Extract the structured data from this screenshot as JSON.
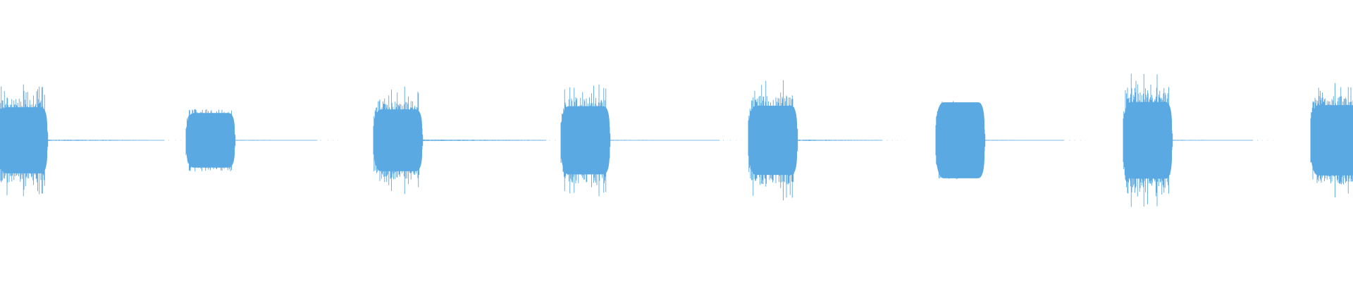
{
  "waveform": {
    "color": "#5aa9e3",
    "background": "#ffffff",
    "bursts": [
      {
        "index": 1,
        "amplitude": 0.62,
        "texture": "spiky",
        "tail_amplitude": 0.01
      },
      {
        "index": 2,
        "amplitude": 0.42,
        "texture": "dense",
        "tail_amplitude": 0.006
      },
      {
        "index": 3,
        "amplitude": 0.58,
        "texture": "spiky",
        "tail_amplitude": 0.012
      },
      {
        "index": 4,
        "amplitude": 0.64,
        "texture": "spiky",
        "tail_amplitude": 0.006
      },
      {
        "index": 5,
        "amplitude": 0.65,
        "texture": "spiky",
        "tail_amplitude": 0.01
      },
      {
        "index": 6,
        "amplitude": 0.54,
        "texture": "smooth",
        "tail_amplitude": 0.006
      },
      {
        "index": 7,
        "amplitude": 0.72,
        "texture": "spiky",
        "tail_amplitude": 0.006
      },
      {
        "index": 8,
        "amplitude": 0.66,
        "texture": "spiky",
        "tail_amplitude": 0.0,
        "truncated": true
      }
    ]
  }
}
